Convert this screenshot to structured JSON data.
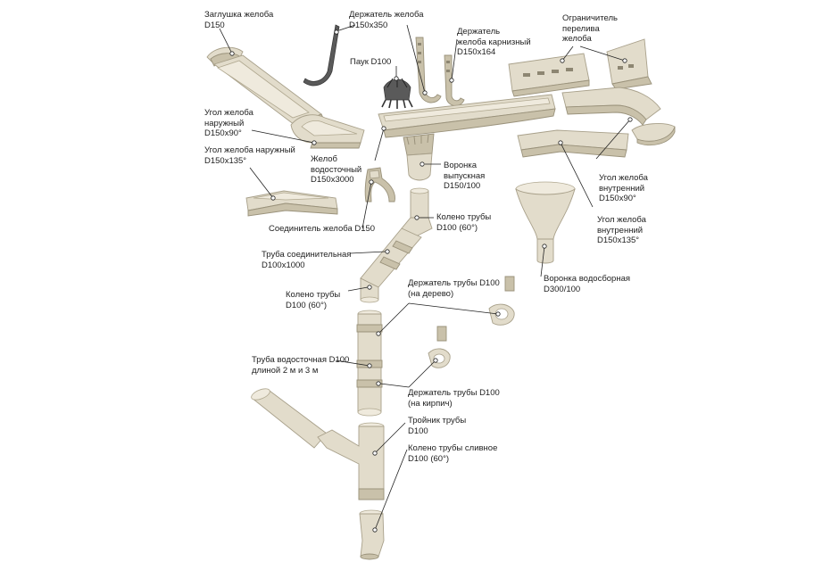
{
  "colors": {
    "part_fill": "#e2dccb",
    "part_shade": "#c9c1aa",
    "part_stroke": "#a8a08a",
    "label_text": "#222222",
    "background": "#ffffff"
  },
  "labels": {
    "end_cap": [
      "Заглушка желоба",
      "D150"
    ],
    "gutter_holder": [
      "Держатель желоба",
      "D150x350"
    ],
    "eaves_holder": [
      "Держатель",
      "желоба карнизный",
      "D150x164"
    ],
    "overflow_limiter": [
      "Ограничитель",
      "перелива",
      "желоба"
    ],
    "spider": [
      "Паук D100"
    ],
    "outer_corner_90": [
      "Угол желоба",
      "наружный",
      "D150x90°"
    ],
    "outer_corner_135": [
      "Угол желоба наружный",
      "D150x135°"
    ],
    "gutter": [
      "Желоб",
      "водосточный",
      "D150x3000"
    ],
    "outlet_funnel": [
      "Воронка",
      "выпускная",
      "D150/100"
    ],
    "inner_corner_90": [
      "Угол желоба",
      "внутренний",
      "D150x90°"
    ],
    "inner_corner_135": [
      "Угол желоба",
      "внутренний",
      "D150x135°"
    ],
    "gutter_connector": [
      "Соединитель желоба D150"
    ],
    "pipe_elbow_top": [
      "Колено трубы",
      "D100 (60°)"
    ],
    "connecting_pipe": [
      "Труба соединительная",
      "D100x1000"
    ],
    "pipe_elbow_mid": [
      "Колено трубы",
      "D100 (60°)"
    ],
    "collector_funnel": [
      "Воронка водосборная",
      "D300/100"
    ],
    "pipe_holder_wood": [
      "Держатель трубы D100",
      "(на дерево)"
    ],
    "downpipe": [
      "Труба водосточная D100",
      "длиной 2 м и 3 м"
    ],
    "pipe_holder_brick": [
      "Держатель трубы D100",
      "(на кирпич)"
    ],
    "pipe_tee": [
      "Тройник трубы",
      "D100"
    ],
    "drain_elbow": [
      "Колено трубы сливное",
      "D100 (60°)"
    ]
  }
}
